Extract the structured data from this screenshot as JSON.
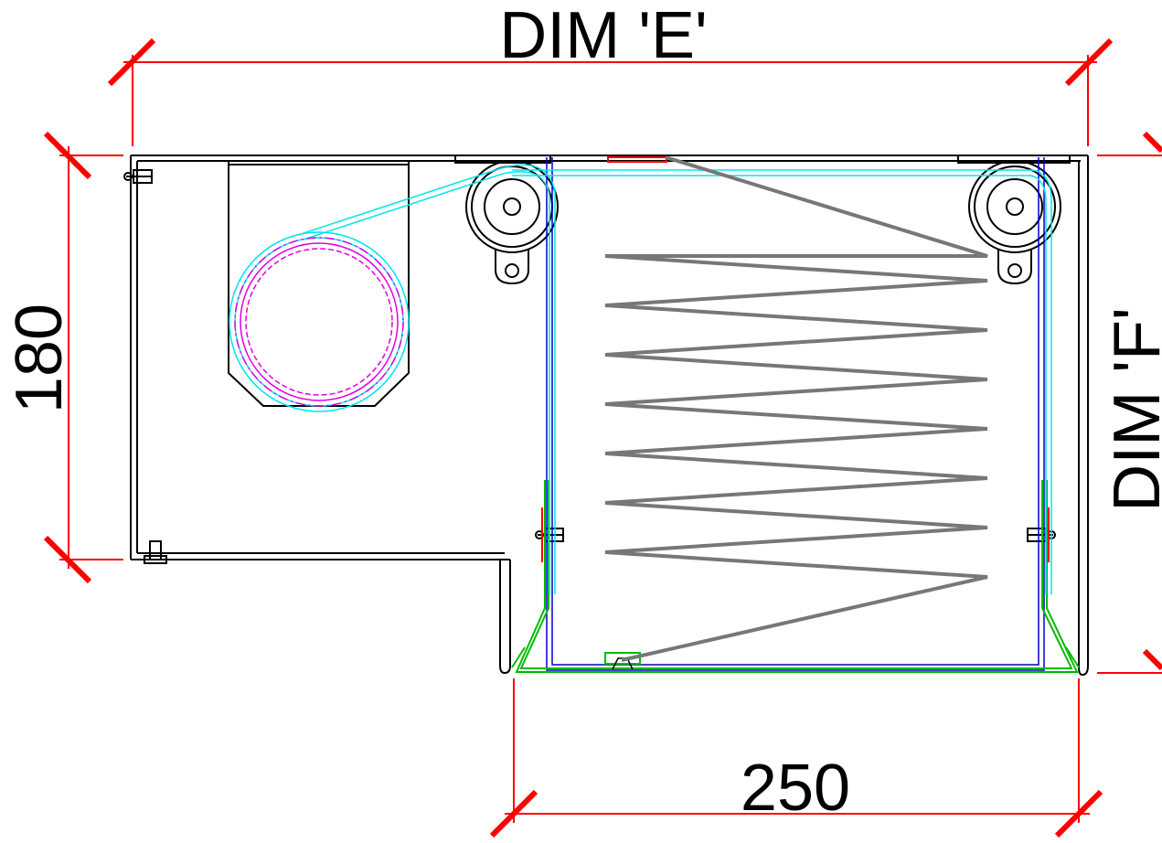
{
  "drawing": {
    "dimensions": {
      "top": "DIM 'E'",
      "left": "180",
      "right": "DIM 'F'",
      "bottom": "250"
    },
    "colors": {
      "dimension": "#ff0000",
      "outline": "#000000",
      "belt": "#00e5ee",
      "roll": "#e000e0",
      "frame": "#0000cc",
      "liner": "#00bb00",
      "folds": "#777777"
    },
    "fold_count": 13
  }
}
